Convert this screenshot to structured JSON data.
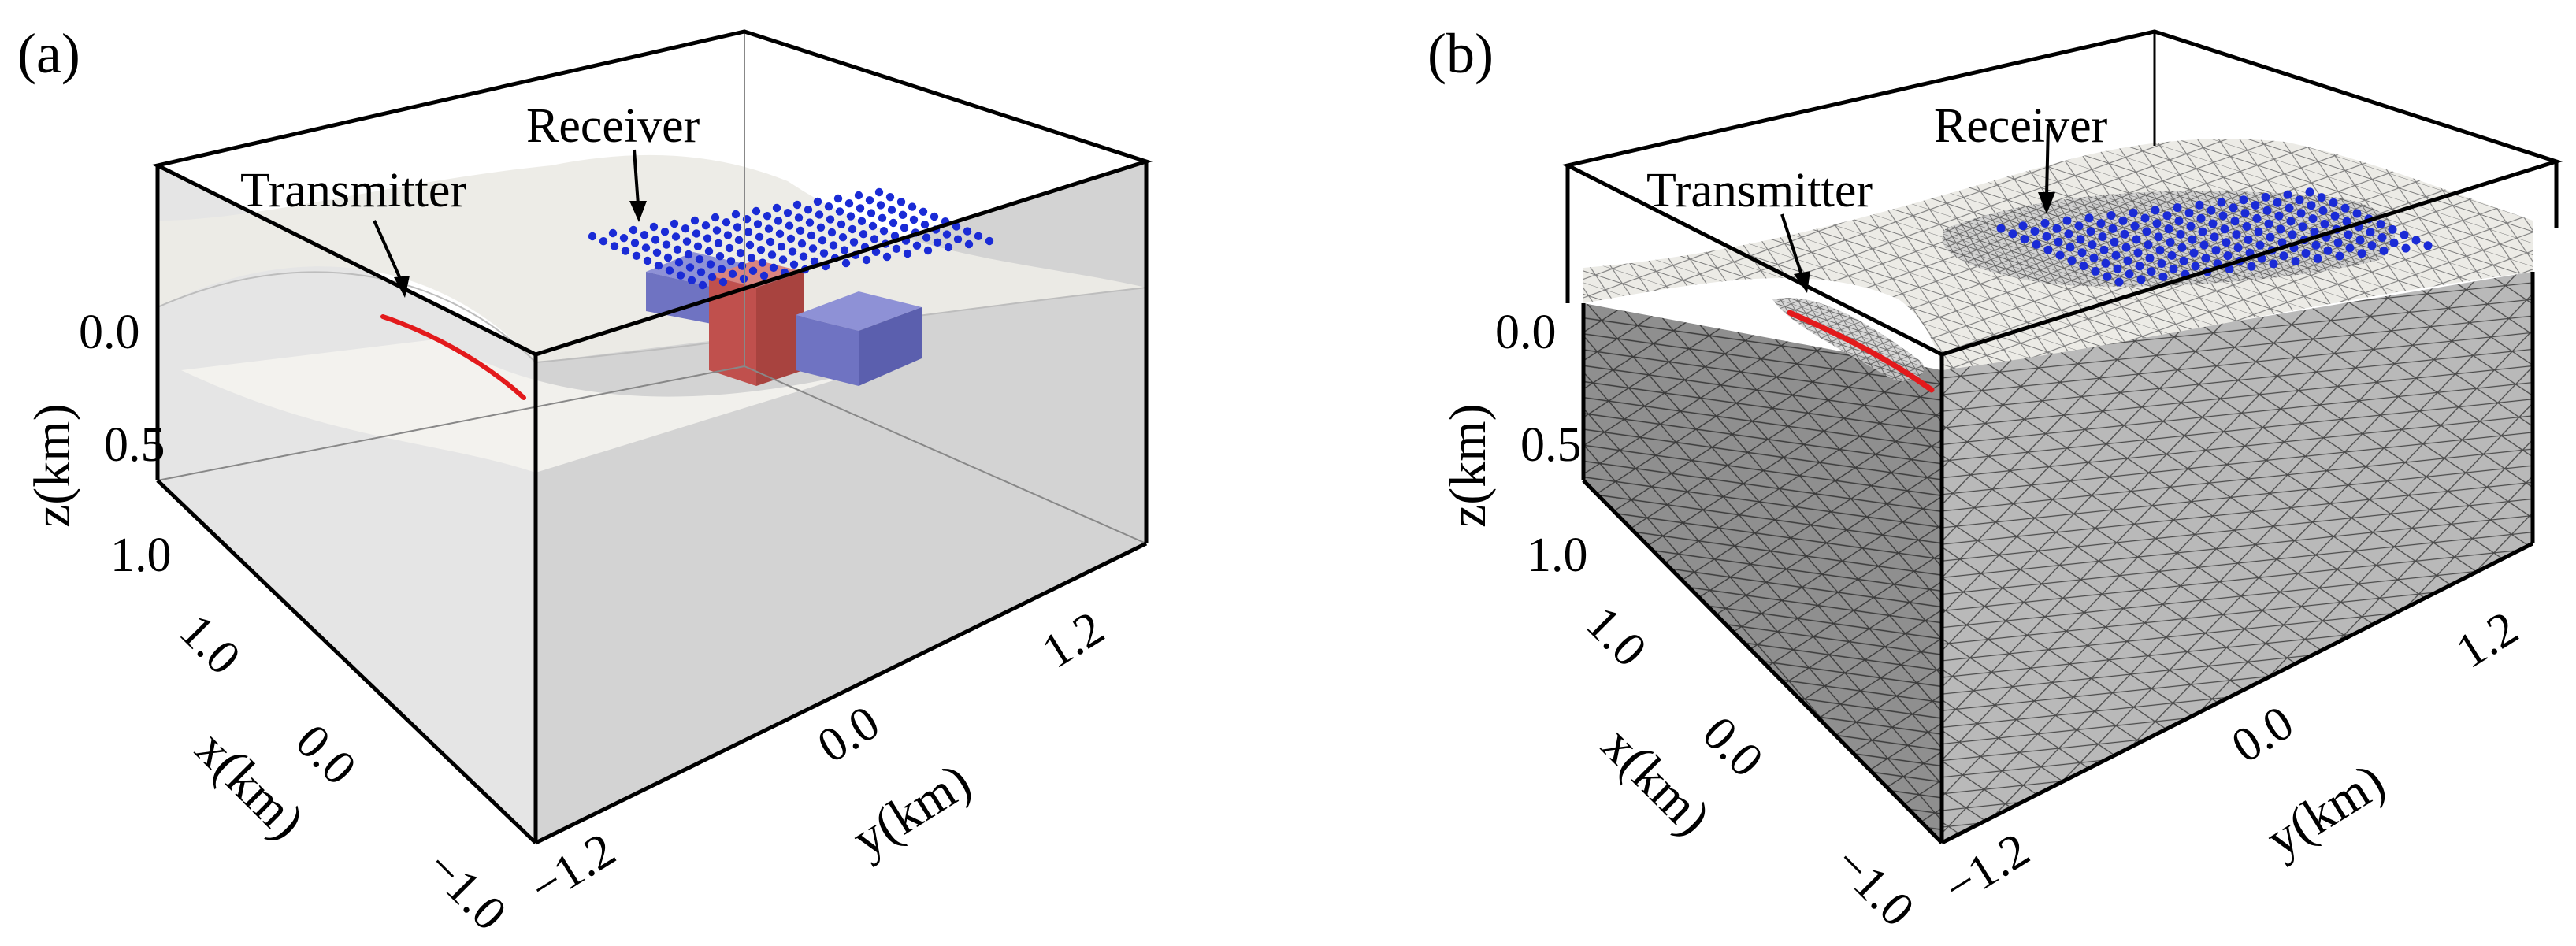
{
  "panels": [
    {
      "id": "a",
      "label": "(a)",
      "transmitter_label": "Transmitter",
      "receiver_label": "Receiver",
      "z_axis": {
        "label": "z(km)",
        "ticks": [
          "0.0",
          "0.5",
          "1.0"
        ]
      },
      "x_axis": {
        "label": "x(km)",
        "ticks": [
          "1.0",
          "0.0",
          "−1.0"
        ]
      },
      "y_axis": {
        "label": "y(km)",
        "ticks": [
          "−1.2",
          "0.0",
          "1.2"
        ]
      }
    },
    {
      "id": "b",
      "label": "(b)",
      "transmitter_label": "Transmitter",
      "receiver_label": "Receiver",
      "z_axis": {
        "label": "z(km)",
        "ticks": [
          "0.0",
          "0.5",
          "1.0"
        ]
      },
      "x_axis": {
        "label": "x(km)",
        "ticks": [
          "1.0",
          "0.0",
          "−1.0"
        ]
      },
      "y_axis": {
        "label": "y(km)",
        "ticks": [
          "−1.2",
          "0.0",
          "1.2"
        ]
      }
    }
  ],
  "colors": {
    "transmitter": "#e31a1c",
    "receiver": "#1a2bd6",
    "anomaly_conductive": "#c0504d",
    "anomaly_resistive": "#6f73c2",
    "surface": "#ecebe6",
    "mesh_face": "#d9d9d9"
  }
}
